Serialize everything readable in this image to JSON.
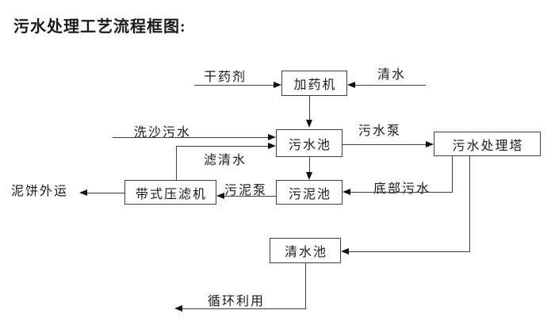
{
  "title": "污水处理工艺流程框图:",
  "diagram": {
    "nodes": [
      {
        "id": "dosing-machine",
        "label": "加药机"
      },
      {
        "id": "sewage-pool",
        "label": "污水池"
      },
      {
        "id": "treatment-tower",
        "label": "污水处理塔"
      },
      {
        "id": "sludge-pool",
        "label": "污泥池"
      },
      {
        "id": "belt-filter-press",
        "label": "带式压滤机"
      },
      {
        "id": "clear-water-pool",
        "label": "清水池"
      }
    ],
    "flow_labels": [
      {
        "id": "dry-agent",
        "text": "干药剂"
      },
      {
        "id": "clean-water",
        "text": "清水"
      },
      {
        "id": "sand-washing-sewage",
        "text": "洗沙污水"
      },
      {
        "id": "sewage-pump",
        "text": "污水泵"
      },
      {
        "id": "filtered-clear-water",
        "text": "滤清水"
      },
      {
        "id": "sludge-pump",
        "text": "污泥泵"
      },
      {
        "id": "bottom-sewage",
        "text": "底部污水"
      },
      {
        "id": "mud-cake-outbound",
        "text": "泥饼外运"
      },
      {
        "id": "recycle-use",
        "text": "循环利用"
      }
    ],
    "edges": [
      {
        "from": "干药剂",
        "to": "加药机"
      },
      {
        "from": "清水",
        "to": "加药机"
      },
      {
        "from": "加药机",
        "to": "污水池"
      },
      {
        "from": "洗沙污水",
        "to": "污水池"
      },
      {
        "from": "带式压滤机",
        "to": "污水池",
        "label": "滤清水"
      },
      {
        "from": "污水池",
        "to": "污水处理塔",
        "label": "污水泵"
      },
      {
        "from": "污水池",
        "to": "污泥池"
      },
      {
        "from": "污水处理塔",
        "to": "污泥池",
        "label": "底部污水"
      },
      {
        "from": "污泥池",
        "to": "带式压滤机",
        "label": "污泥泵"
      },
      {
        "from": "带式压滤机",
        "to": "泥饼外运"
      },
      {
        "from": "污水处理塔",
        "to": "清水池"
      },
      {
        "from": "清水池",
        "to": "循环利用"
      }
    ],
    "colors": {
      "line": "#3f3f3f",
      "arrow": "#111111",
      "text": "#1a1a1a",
      "background": "#ffffff"
    }
  }
}
